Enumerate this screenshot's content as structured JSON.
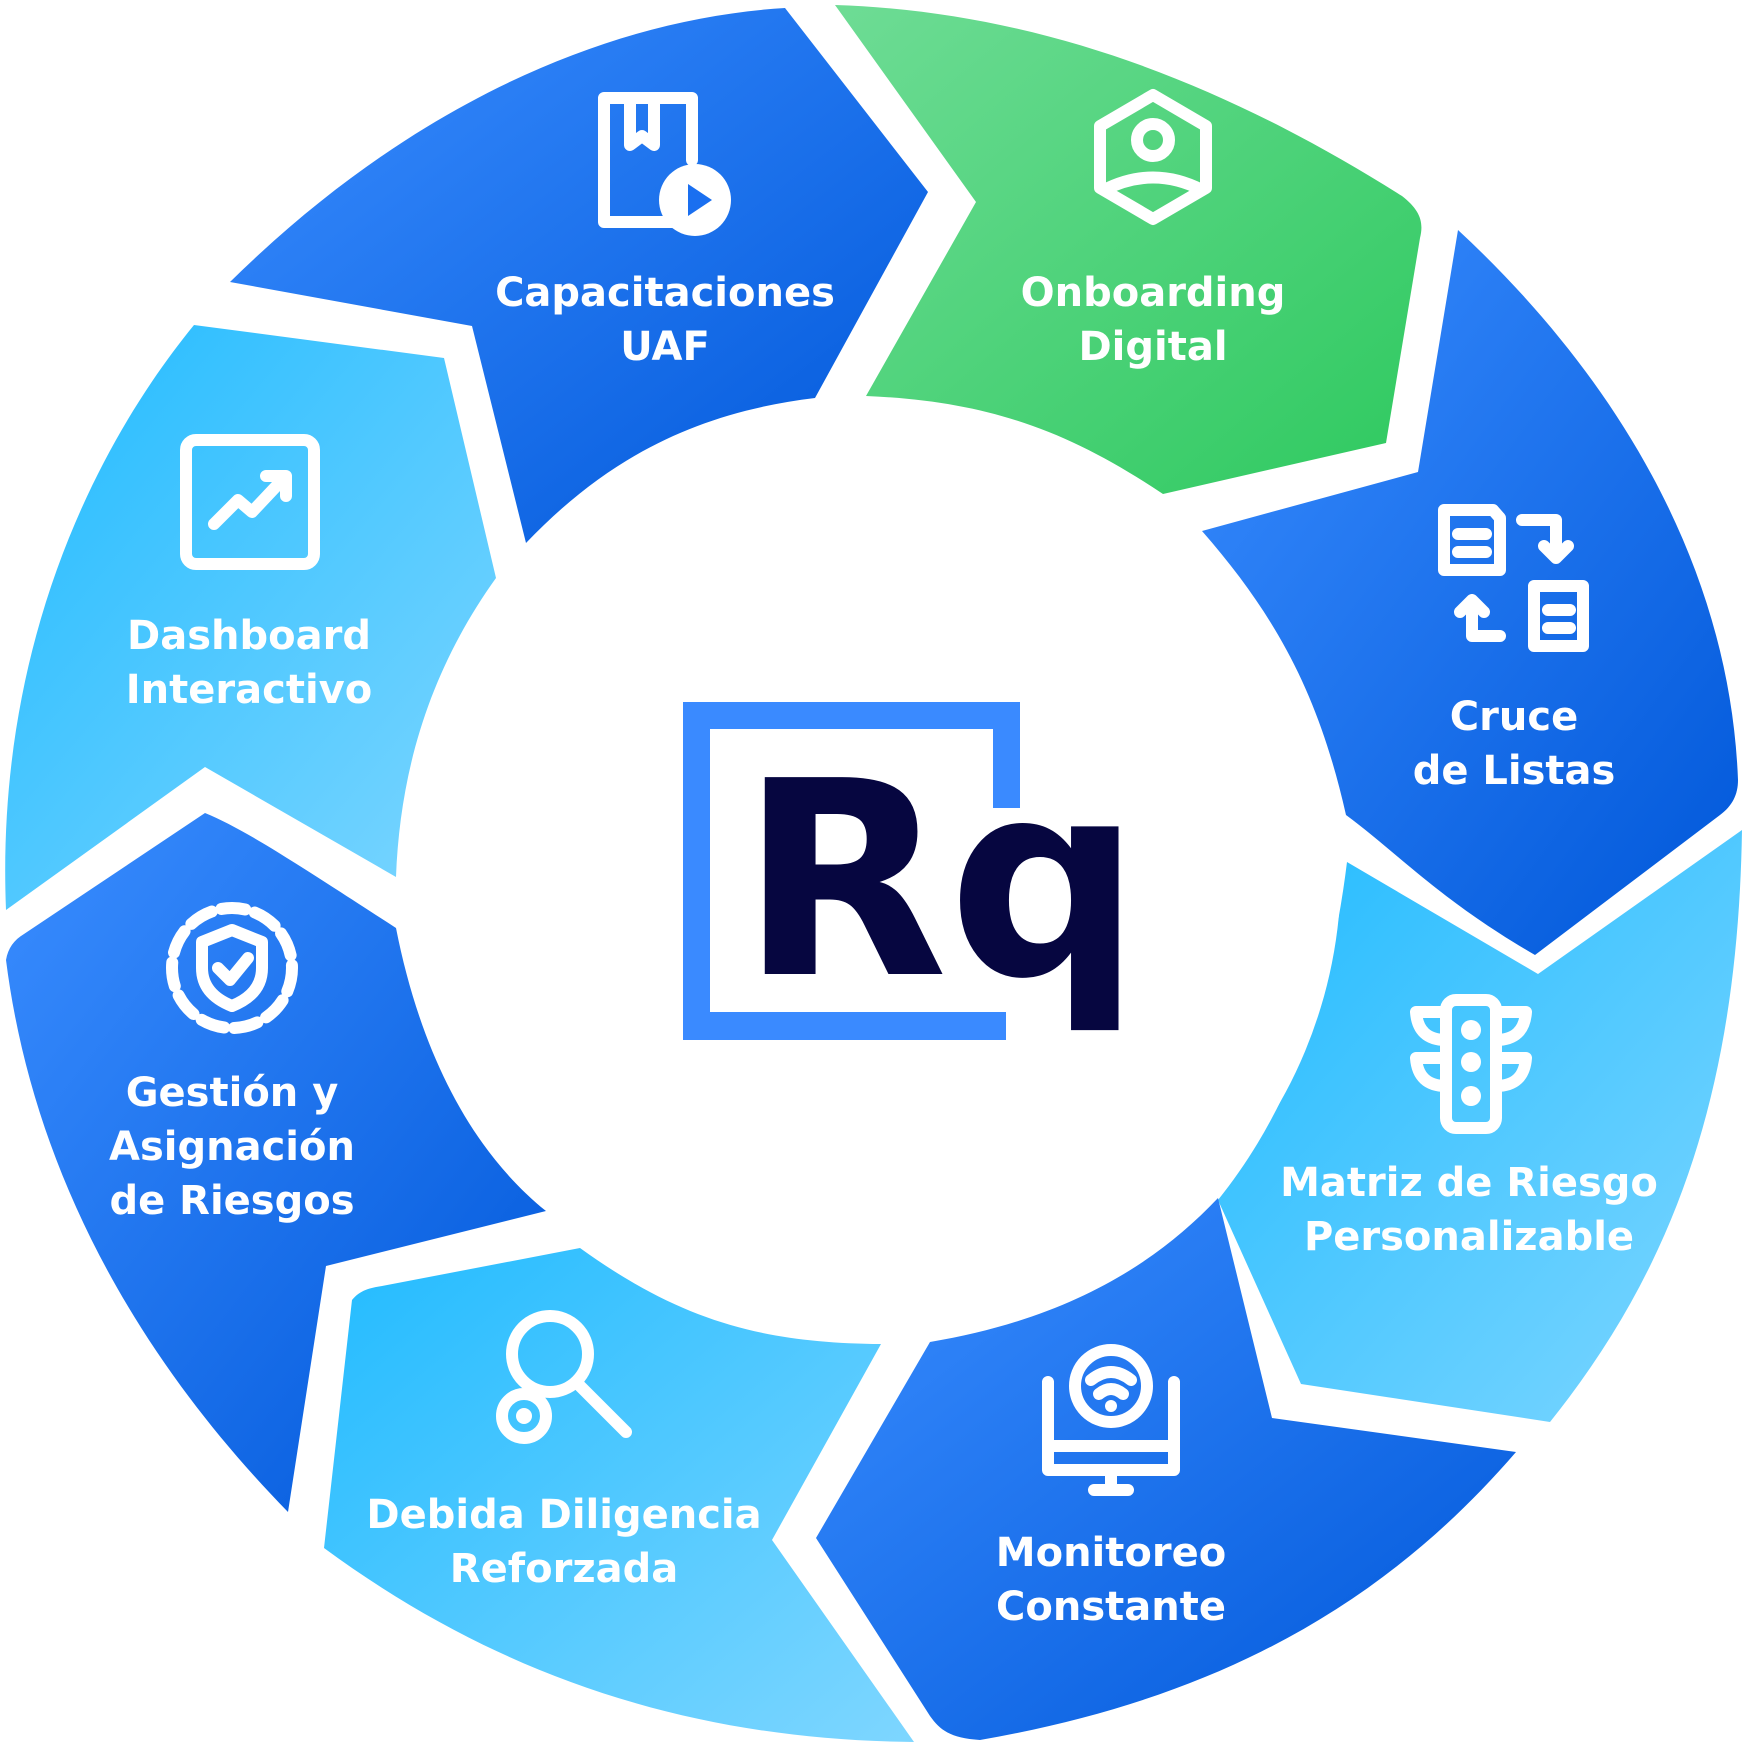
{
  "logo": {
    "text": "Rq"
  },
  "segments": [
    {
      "id": "capacitaciones",
      "icon": "video-book-icon",
      "theme": "dark",
      "lines": [
        "Capacitaciones",
        "UAF"
      ]
    },
    {
      "id": "onboarding",
      "icon": "user-hexagon-icon",
      "theme": "green",
      "lines": [
        "Onboarding",
        "Digital"
      ]
    },
    {
      "id": "cruce",
      "icon": "document-swap-icon",
      "theme": "dark",
      "lines": [
        "Cruce",
        "de Listas"
      ]
    },
    {
      "id": "matriz",
      "icon": "traffic-light-icon",
      "theme": "light",
      "lines": [
        "Matriz de Riesgo",
        "Personalizable"
      ]
    },
    {
      "id": "monitoreo",
      "icon": "monitor-wifi-icon",
      "theme": "dark",
      "lines": [
        "Monitoreo",
        "Constante"
      ]
    },
    {
      "id": "debida",
      "icon": "search-gear-icon",
      "theme": "light",
      "lines": [
        "Debida Diligencia",
        "Reforzada"
      ]
    },
    {
      "id": "gestion",
      "icon": "shield-gear-icon",
      "theme": "dark",
      "lines": [
        "Gestión y",
        "Asignación",
        "de Riesgos"
      ]
    },
    {
      "id": "dashboard",
      "icon": "chart-trend-icon",
      "theme": "light",
      "lines": [
        "Dashboard",
        "Interactivo"
      ]
    }
  ],
  "colors": {
    "dark_start": "#3a8dff",
    "dark_end": "#0057d9",
    "light_start": "#22bbff",
    "light_end": "#7ed6ff",
    "green_start": "#6edc95",
    "green_end": "#2ec95f",
    "logo_frame": "#3a8aff",
    "logo_text": "#060640"
  }
}
